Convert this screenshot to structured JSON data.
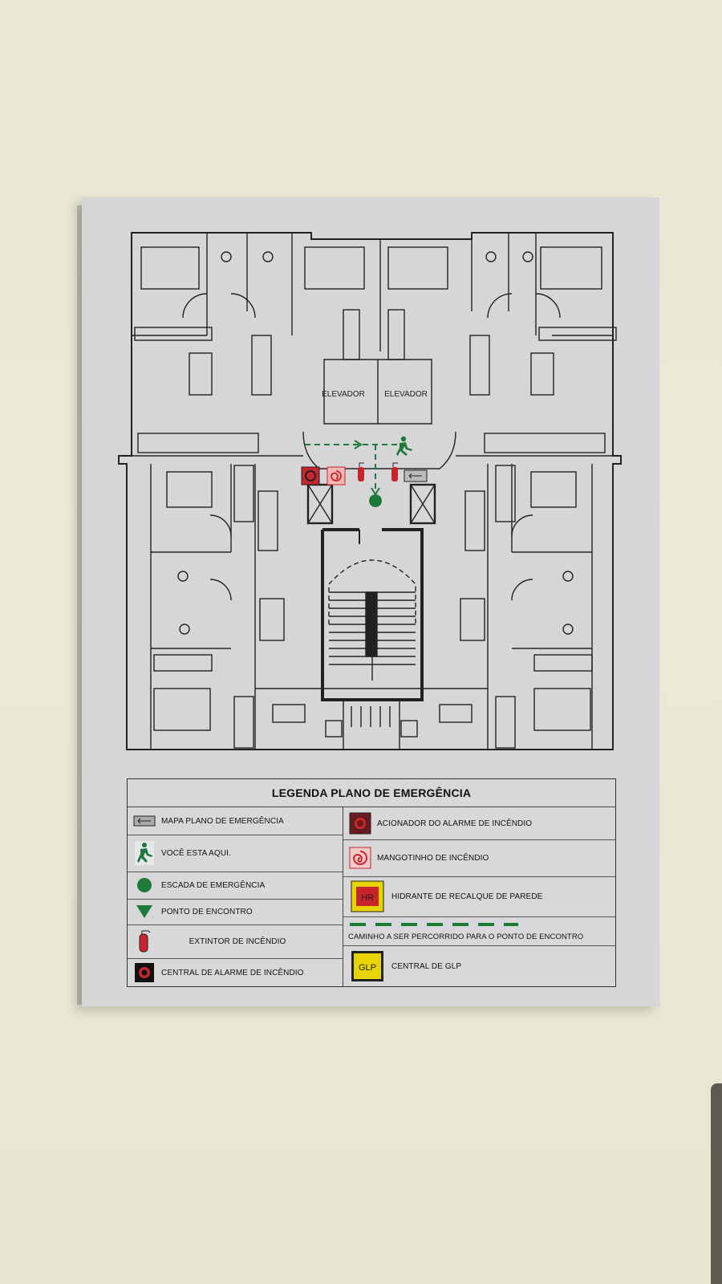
{
  "plan": {
    "elevator_left": "ELEVADOR",
    "elevator_right": "ELEVADOR"
  },
  "legend": {
    "title": "LEGENDA PLANO DE EMERGÊNCIA",
    "left": [
      {
        "icon": "emergency-map-icon",
        "label": "MAPA PLANO DE EMERGÊNCIA"
      },
      {
        "icon": "you-are-here-runner-icon",
        "label": "VOCÊ ESTA AQUI."
      },
      {
        "icon": "emergency-stairs-circle-icon",
        "label": "ESCADA DE EMERGÊNCIA"
      },
      {
        "icon": "meeting-point-triangle-icon",
        "label": "PONTO DE ENCONTRO"
      },
      {
        "icon": "fire-extinguisher-icon",
        "label": "EXTINTOR DE INCÊNDIO"
      },
      {
        "icon": "fire-alarm-central-icon",
        "label": "CENTRAL DE ALARME DE INCÊNDIO"
      }
    ],
    "right": [
      {
        "icon": "fire-alarm-trigger-icon",
        "label": "ACIONADOR DO ALARME DE INCÊNDIO"
      },
      {
        "icon": "fire-hose-reel-icon",
        "label": "MANGOTINHO DE INCÊNDIO"
      },
      {
        "icon": "wall-hydrant-icon",
        "label": "HIDRANTE DE RECALQUE DE PAREDE",
        "badge": "HR"
      },
      {
        "icon": "dashed-path-icon",
        "label": "CAMINHO A SER PERCORRIDO PARA O PONTO DE ENCONTRO"
      },
      {
        "icon": "glp-central-icon",
        "label": "CENTRAL DE GLP",
        "badge": "GLP"
      }
    ]
  },
  "colors": {
    "safety_green": "#1e7a3a",
    "fire_red": "#c8242b",
    "hydrant_yellow": "#e8d400",
    "line": "#222222"
  }
}
